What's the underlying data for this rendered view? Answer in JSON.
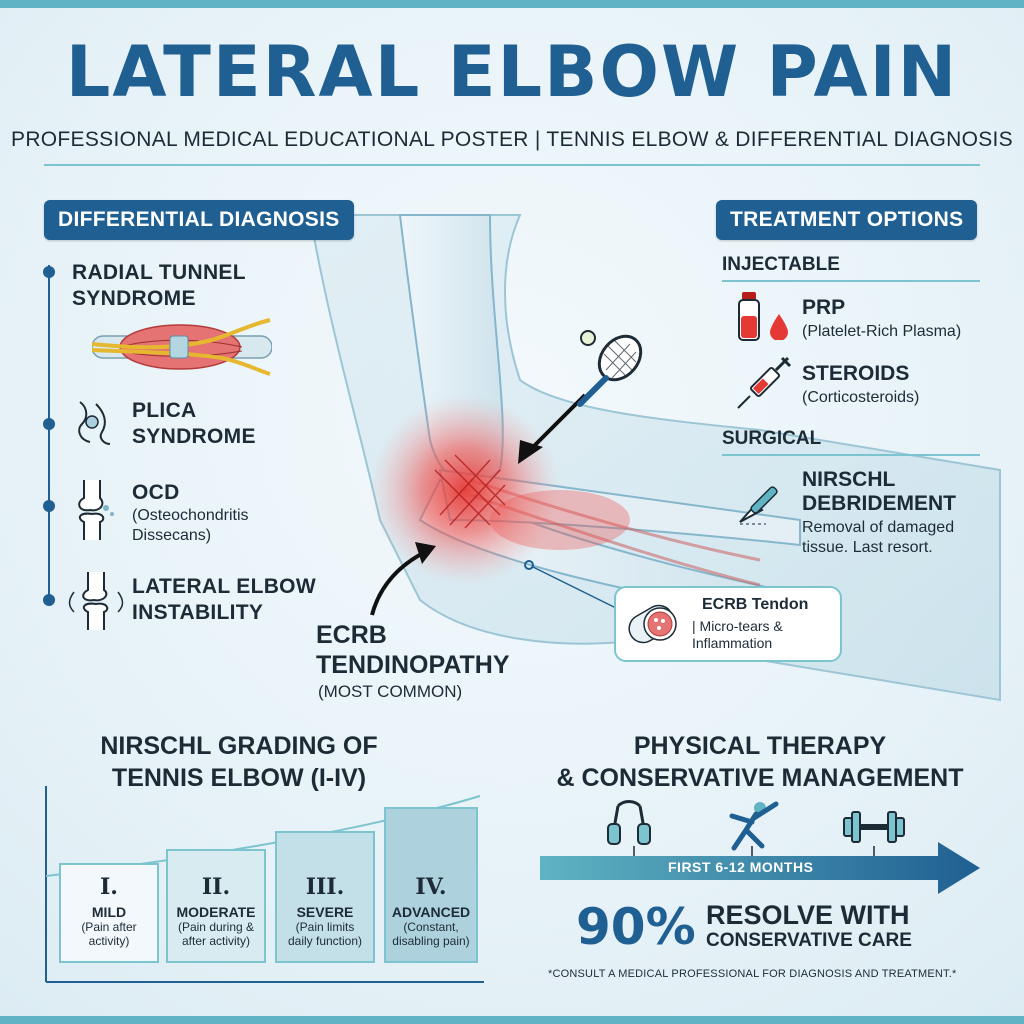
{
  "header": {
    "title": "LATERAL ELBOW PAIN",
    "subtitle": "PROFESSIONAL MEDICAL EDUCATIONAL POSTER | TENNIS ELBOW & DIFFERENTIAL DIAGNOSIS"
  },
  "differential": {
    "heading": "DIFFERENTIAL DIAGNOSIS",
    "items": [
      {
        "label_line1": "RADIAL TUNNEL",
        "label_line2": "SYNDROME"
      },
      {
        "label_line1": "PLICA",
        "label_line2": "SYNDROME"
      },
      {
        "label_line1": "OCD",
        "detail_line1": "(Osteochondritis",
        "detail_line2": "Dissecans)"
      },
      {
        "label_line1": "LATERAL ELBOW",
        "label_line2": "INSTABILITY"
      }
    ]
  },
  "treatment": {
    "heading": "TREATMENT OPTIONS",
    "injectable_heading": "INJECTABLE",
    "surgical_heading": "SURGICAL",
    "prp": {
      "name": "PRP",
      "desc": "(Platelet-Rich Plasma)"
    },
    "steroids": {
      "name": "STEROIDS",
      "desc": "(Corticosteroids)"
    },
    "nirschl": {
      "name_line1": "NIRSCHL",
      "name_line2": "DEBRIDEMENT",
      "desc_line1": "Removal of damaged",
      "desc_line2": "tissue. Last resort."
    }
  },
  "center": {
    "ecrb_line1": "ECRB",
    "ecrb_line2": "TENDINOPATHY",
    "ecrb_note": "(MOST COMMON)",
    "callout_title": "ECRB Tendon",
    "callout_line1": "| Micro-tears &",
    "callout_line2": "Inflammation"
  },
  "grading": {
    "title_line1": "NIRSCHL GRADING OF",
    "title_line2": "TENNIS ELBOW (I-IV)",
    "grades": [
      {
        "num": "I.",
        "name": "MILD",
        "desc1": "(Pain after",
        "desc2": "activity)"
      },
      {
        "num": "II.",
        "name": "MODERATE",
        "desc1": "(Pain during &",
        "desc2": "after activity)"
      },
      {
        "num": "III.",
        "name": "SEVERE",
        "desc1": "(Pain limits",
        "desc2": "daily function)"
      },
      {
        "num": "IV.",
        "name": "ADVANCED",
        "desc1": "(Constant,",
        "desc2": "disabling pain)"
      }
    ]
  },
  "therapy": {
    "title_line1": "PHYSICAL THERAPY",
    "title_line2": "& CONSERVATIVE MANAGEMENT",
    "timeline": "FIRST 6-12 MONTHS",
    "stat": "90%",
    "stat_line1": "RESOLVE WITH",
    "stat_line2": "CONSERVATIVE CARE",
    "disclaimer": "*CONSULT A MEDICAL PROFESSIONAL FOR DIAGNOSIS AND TREATMENT.*"
  },
  "colors": {
    "primary": "#1f5f92",
    "accent": "#5fb3c2",
    "pain": "#e53935",
    "background": "#eaf4f8"
  }
}
